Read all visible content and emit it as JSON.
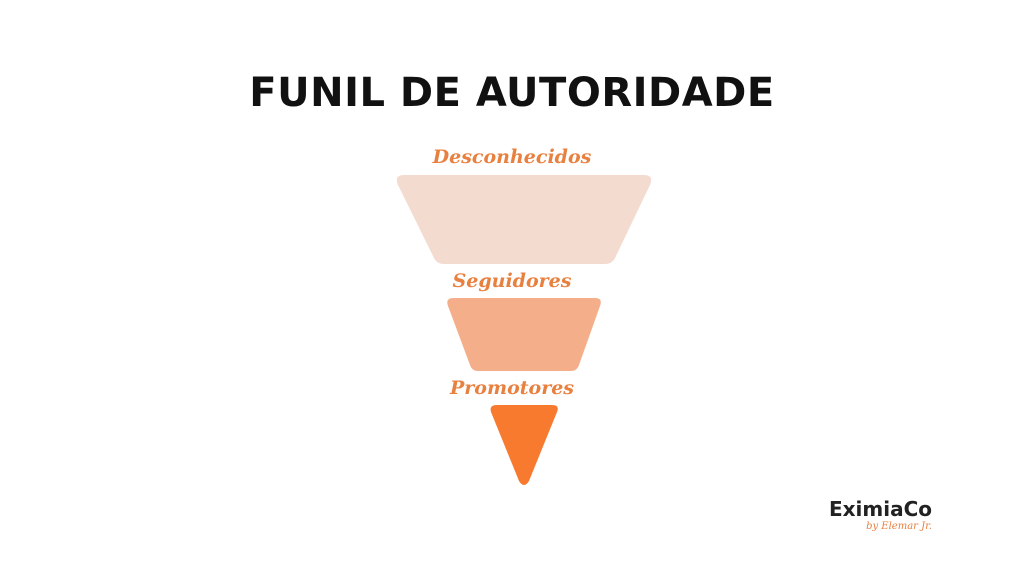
{
  "title": "FUNIL DE AUTORIDADE",
  "stages": [
    {
      "label": "Desconhecidos",
      "color": "#F3DBCF"
    },
    {
      "label": "Seguidores",
      "color": "#F4AF8A"
    },
    {
      "label": "Promotores",
      "color": "#F77A2E"
    }
  ],
  "logo": {
    "name": "EximiaCo",
    "tagline": "by Elemar Jr.",
    "accent_color": "#E8803F"
  }
}
